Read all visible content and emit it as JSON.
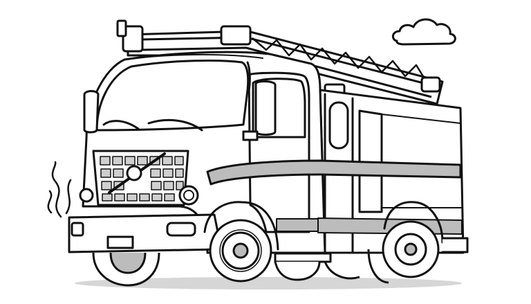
{
  "image": {
    "subject_icon": "fire-truck-coloring-page",
    "style": "black-and-white line art",
    "colors": {
      "background": "#ffffff",
      "ink": "#111111",
      "stripe": "#bcbcbc",
      "grille_fill": "#cfcfcf",
      "shadow": "#d6d6d6"
    },
    "elements": [
      "fire-truck",
      "extension-ladder",
      "cloud",
      "smoke",
      "ground-shadow"
    ]
  }
}
